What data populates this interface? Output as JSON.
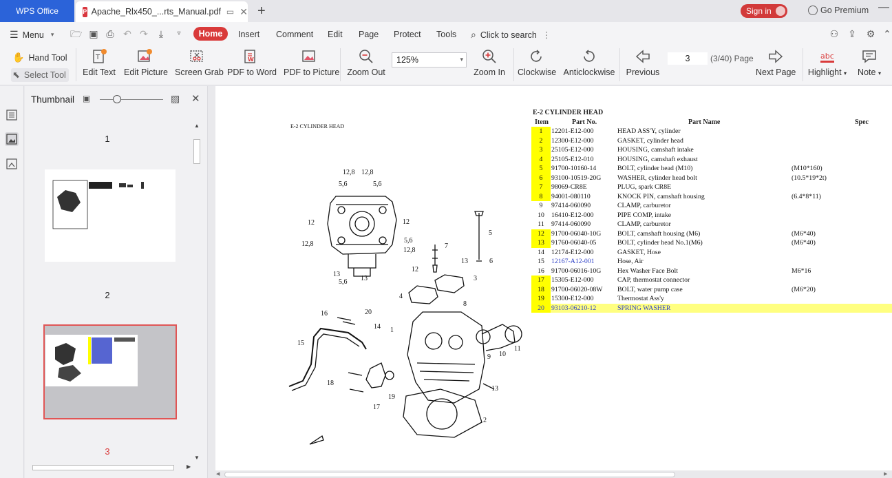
{
  "titlebar": {
    "app_name": "WPS Office",
    "doc_tab_title": "Apache_Rlx450_...rts_Manual.pdf",
    "sign_in": "Sign in",
    "go_premium": "Go Premium"
  },
  "menu": {
    "menu_label": "Menu",
    "items": [
      "Home",
      "Insert",
      "Comment",
      "Edit",
      "Page",
      "Protect",
      "Tools"
    ],
    "search": "Click to search"
  },
  "ribbon": {
    "hand_tool": "Hand Tool",
    "select_tool": "Select Tool",
    "edit_text": "Edit Text",
    "edit_picture": "Edit Picture",
    "screen_grab": "Screen Grab",
    "pdf_to_word": "PDF to Word",
    "pdf_to_picture": "PDF to Picture",
    "zoom_out": "Zoom Out",
    "zoom_value": "125%",
    "zoom_in": "Zoom In",
    "clockwise": "Clockwise",
    "anticlockwise": "Anticlockwise",
    "previous": "Previous",
    "page_value": "3",
    "page_count": "(3/40) Page",
    "next_page": "Next Page",
    "highlight": "Highlight",
    "note": "Note"
  },
  "thumbnail_panel": {
    "title": "Thumbnail",
    "pages": [
      "1",
      "2",
      "3"
    ]
  },
  "document": {
    "diagram_caption": "E-2 CYLINDER HEAD",
    "table_title": "E-2 CYLINDER HEAD",
    "headers": {
      "item": "Item",
      "part_no": "Part No.",
      "part_name": "Part Name",
      "spec": "Spec"
    },
    "rows": [
      {
        "item": "1",
        "part_no": "12201-E12-000",
        "part_name": "HEAD ASS'Y, cylinder",
        "spec": "",
        "hl": true
      },
      {
        "item": "2",
        "part_no": "12300-E12-000",
        "part_name": "GASKET, cylinder head",
        "spec": "",
        "hl": true
      },
      {
        "item": "3",
        "part_no": "25105-E12-000",
        "part_name": "HOUSING, camshaft intake",
        "spec": "",
        "hl": true
      },
      {
        "item": "4",
        "part_no": "25105-E12-010",
        "part_name": "HOUSING, camshaft exhaust",
        "spec": "",
        "hl": true
      },
      {
        "item": "5",
        "part_no": "91700-10160-14",
        "part_name": "BOLT, cylinder head (M10)",
        "spec": "(M10*160)",
        "hl": true
      },
      {
        "item": "6",
        "part_no": "93100-10519-20G",
        "part_name": "WASHER, cylinder head bolt",
        "spec": "(10.5*19*2t)",
        "hl": true
      },
      {
        "item": "7",
        "part_no": "98069-CR8E",
        "part_name": "PLUG, spark CR8E",
        "spec": "",
        "hl": true
      },
      {
        "item": "8",
        "part_no": "94001-080110",
        "part_name": "KNOCK PIN, camshaft housing",
        "spec": "(6.4*8*11)",
        "hl": true
      },
      {
        "item": "9",
        "part_no": "97414-060090",
        "part_name": "CLAMP, carburetor",
        "spec": "",
        "hl": false
      },
      {
        "item": "10",
        "part_no": "16410-E12-000",
        "part_name": "PIPE COMP, intake",
        "spec": "",
        "hl": false
      },
      {
        "item": "11",
        "part_no": "97414-060090",
        "part_name": "CLAMP, carburetor",
        "spec": "",
        "hl": false
      },
      {
        "item": "12",
        "part_no": "91700-06040-10G",
        "part_name": "BOLT, camshaft housing (M6)",
        "spec": "(M6*40)",
        "hl": true
      },
      {
        "item": "13",
        "part_no": "91760-06040-05",
        "part_name": "BOLT, cylinder head No.1(M6)",
        "spec": "(M6*40)",
        "hl": true
      },
      {
        "item": "14",
        "part_no": "12174-E12-000",
        "part_name": "GASKET, Hose",
        "spec": "",
        "hl": false
      },
      {
        "item": "15",
        "part_no": "12167-A12-001",
        "part_name": "Hose, Air",
        "spec": "",
        "hl": false,
        "blue_pno": true
      },
      {
        "item": "16",
        "part_no": "91700-06016-10G",
        "part_name": "Hex Washer Face Bolt",
        "spec": "M6*16",
        "hl": false
      },
      {
        "item": "17",
        "part_no": "15305-E12-000",
        "part_name": "CAP, thermostat connector",
        "spec": "",
        "hl": true
      },
      {
        "item": "18",
        "part_no": "91700-06020-08W",
        "part_name": "BOLT, water pump case",
        "spec": "(M6*20)",
        "hl": true
      },
      {
        "item": "19",
        "part_no": "15300-E12-000",
        "part_name": "Thermostat Ass'y",
        "spec": "",
        "hl": true
      },
      {
        "item": "20",
        "part_no": "93103-06210-12",
        "part_name": "SPRING WASHER",
        "spec": "",
        "hl": true,
        "row_hl": true,
        "blue": true
      }
    ],
    "callouts": [
      "12,8",
      "12,8",
      "5,6",
      "5,6",
      "12",
      "12",
      "12,8",
      "5,6",
      "12,8",
      "13",
      "5,6",
      "13",
      "7",
      "5",
      "6",
      "12",
      "13",
      "3",
      "4",
      "8",
      "16",
      "20",
      "1",
      "14",
      "15",
      "9",
      "10",
      "11",
      "18",
      "19",
      "17",
      "13",
      "2"
    ]
  },
  "colors": {
    "accent_blue": "#2b63d9",
    "home_red": "#d93a3a",
    "highlight_yellow": "#ffff00",
    "row_highlight": "#ffff80"
  }
}
